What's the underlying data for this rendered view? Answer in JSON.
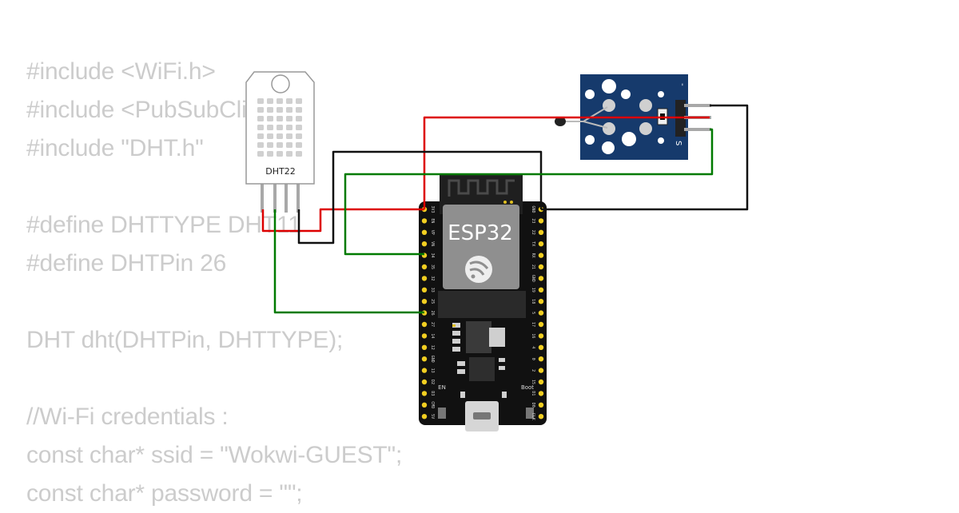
{
  "code_lines": [
    "#include <WiFi.h>",
    "#include <PubSubClient.h>",
    "#include \"DHT.h\"",
    "",
    "#define DHTTYPE DHT11",
    "#define DHTPin 26",
    "",
    "DHT dht(DHTPin, DHTTYPE);",
    "",
    "//Wi-Fi credentials :",
    "const char* ssid = \"Wokwi-GUEST\";",
    "const char* password = \"\";"
  ],
  "components": {
    "dht22": {
      "label": "DHT22"
    },
    "esp32": {
      "label": "ESP32",
      "button_en": "EN",
      "button_boot": "Boot",
      "left_pins": [
        "3V3",
        "EN",
        "VP",
        "VN",
        "34",
        "35",
        "32",
        "33",
        "25",
        "26",
        "27",
        "14",
        "12",
        "GND",
        "13",
        "D2",
        "D3",
        "CMD",
        "5V"
      ],
      "right_pins": [
        "GND",
        "23",
        "22",
        "TX",
        "RX",
        "21",
        "GND",
        "19",
        "18",
        "5",
        "17",
        "16",
        "4",
        "0",
        "2",
        "15",
        "D1",
        "D0",
        "CLK"
      ]
    },
    "ntc_module": {
      "pin_minus": "-",
      "pin_signal": "S"
    }
  },
  "colors": {
    "wire_power": "#dd0000",
    "wire_ground": "#111111",
    "wire_signal": "#007a00",
    "esp32_board": "#111111",
    "esp32_header": "#f2cf21",
    "module_board": "#163a6c",
    "code_text": "#cccccc"
  }
}
